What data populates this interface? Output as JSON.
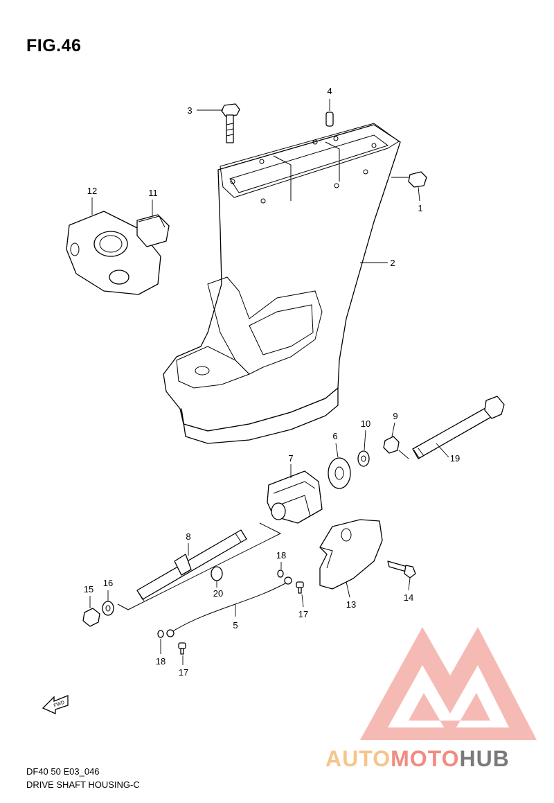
{
  "figure": {
    "title": "FIG.46",
    "code": "DF40 50 E03_046",
    "name": "DRIVE SHAFT HOUSING-C"
  },
  "callouts": {
    "c1": "1",
    "c2": "2",
    "c3": "3",
    "c4": "4",
    "c5": "5",
    "c6": "6",
    "c7": "7",
    "c8": "8",
    "c9": "9",
    "c10": "10",
    "c11": "11",
    "c12": "12",
    "c13": "13",
    "c14": "14",
    "c15": "15",
    "c16": "16",
    "c17a": "17",
    "c17b": "17",
    "c18a": "18",
    "c18b": "18",
    "c19": "19",
    "c20": "20"
  },
  "fwd_label": "FWD",
  "watermark": {
    "part1": "AUTO",
    "part2": "MOTO",
    "part3": "HUB",
    "colors": {
      "auto": "#f5c58a",
      "moto": "#f28b82",
      "hub": "#7a7a7a",
      "logo": "#f28b82"
    }
  }
}
